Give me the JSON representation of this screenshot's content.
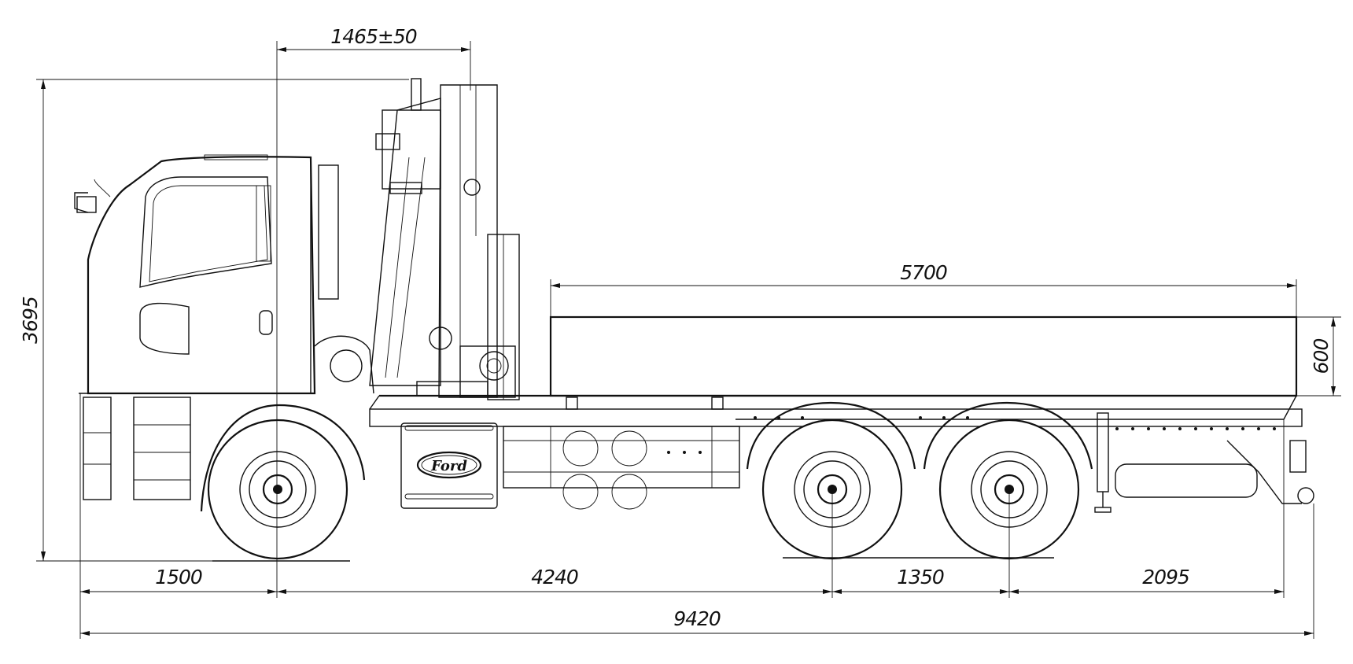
{
  "drawing": {
    "dimensions": {
      "crane_offset": "1465±50",
      "overall_height": "3695",
      "platform_length": "5700",
      "side_height": "600",
      "front_overhang": "1500",
      "wheelbase": "4240",
      "bogie_spacing": "1350",
      "rear_overhang": "2095",
      "overall_length": "9420"
    },
    "logo_text": "Ford"
  }
}
